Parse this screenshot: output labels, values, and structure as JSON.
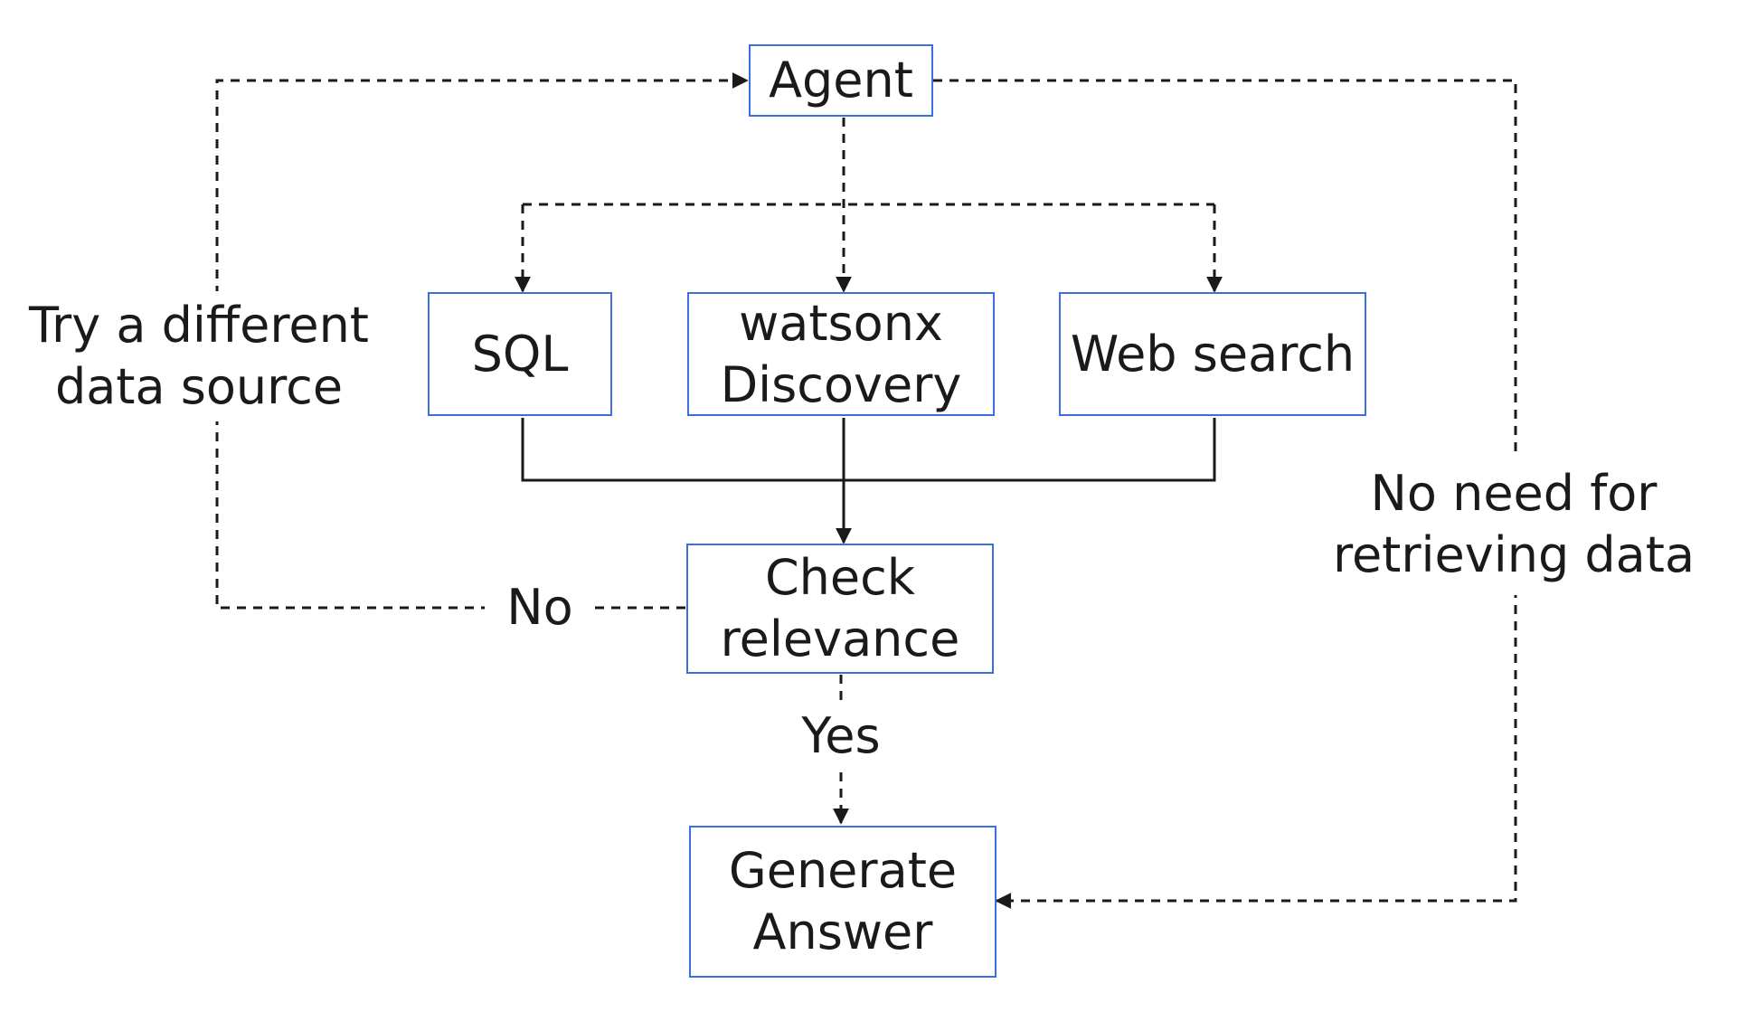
{
  "diagram": {
    "nodes": {
      "agent": {
        "lines": [
          "Agent"
        ]
      },
      "sql": {
        "lines": [
          "SQL"
        ]
      },
      "watsonx": {
        "lines": [
          "watsonx",
          "Discovery"
        ]
      },
      "web_search": {
        "lines": [
          "Web search"
        ]
      },
      "check_relevance": {
        "lines": [
          "Check",
          "relevance"
        ]
      },
      "generate_answer": {
        "lines": [
          "Generate",
          "Answer"
        ]
      }
    },
    "edge_labels": {
      "retry": {
        "lines": [
          "Try a different",
          "data source"
        ]
      },
      "no": "No",
      "yes": "Yes",
      "no_need": {
        "lines": [
          "No need for",
          "retrieving data"
        ]
      }
    },
    "edges": [
      {
        "from": "agent",
        "to": "sql",
        "style": "dashed"
      },
      {
        "from": "agent",
        "to": "watsonx",
        "style": "dashed"
      },
      {
        "from": "agent",
        "to": "web_search",
        "style": "dashed"
      },
      {
        "from": "sql",
        "to": "check_relevance",
        "style": "solid"
      },
      {
        "from": "watsonx",
        "to": "check_relevance",
        "style": "solid"
      },
      {
        "from": "web_search",
        "to": "check_relevance",
        "style": "solid"
      },
      {
        "from": "check_relevance",
        "to": "generate_answer",
        "style": "dashed",
        "label": "yes"
      },
      {
        "from": "check_relevance",
        "to": "agent",
        "style": "dashed",
        "label": "no"
      },
      {
        "from": "agent",
        "to": "generate_answer",
        "style": "dashed",
        "label": "no_need"
      }
    ],
    "colors": {
      "node_border": "#3b6fe0",
      "line": "#1a1a1a",
      "text": "#1a1a1a",
      "background": "#ffffff"
    }
  }
}
